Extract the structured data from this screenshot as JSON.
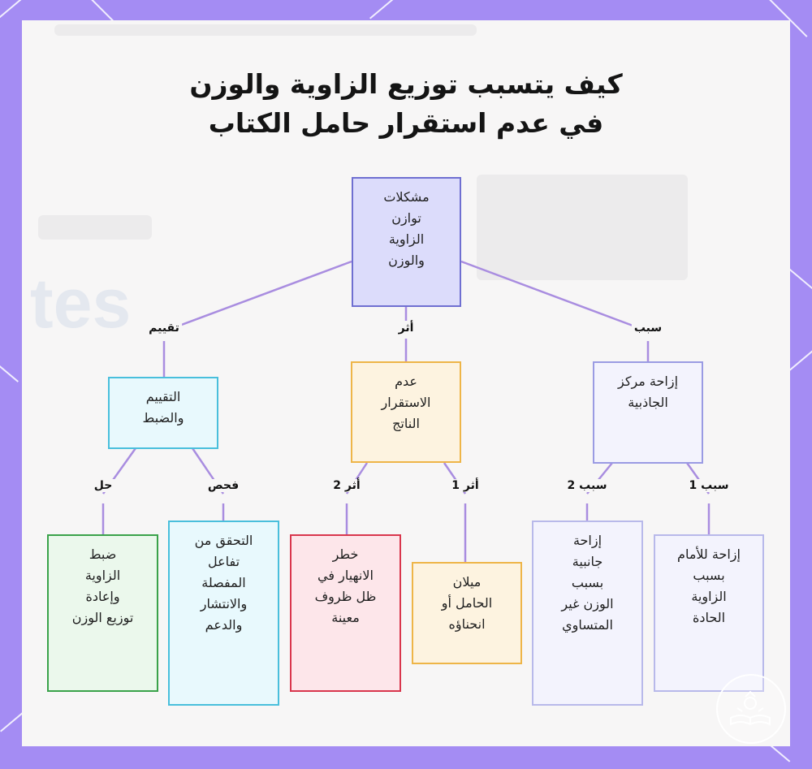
{
  "title": {
    "line1": "كيف يتسبب توزيع الزاوية والوزن",
    "line2": "في عدم استقرار حامل الكتاب"
  },
  "background_text": "tes",
  "nodes": {
    "root": "مشكلات\nتوازن\nالزاوية\nوالوزن",
    "evaluation": "التقييم\nوالضبط",
    "instability": "عدم\nالاستقرار\nالناتج",
    "gravity_shift": "إزاحة مركز\nالجاذبية",
    "adjust": "ضبط\nالزاوية\nوإعادة\nتوزيع الوزن",
    "check": "التحقق من\nتفاعل\nالمفصلة\nوالانتشار\nوالدعم",
    "collapse_risk": "خطر\nالانهيار في\nظل ظروف\nمعينة",
    "tilt": "ميلان\nالحامل أو\nانحناؤه",
    "lateral_shift": "إزاحة\nجانبية\nبسبب\nالوزن غير\nالمتساوي",
    "forward_shift": "إزاحة للأمام\nبسبب\nالزاوية\nالحادة"
  },
  "edge_labels": {
    "evaluation": "تقييم",
    "effect": "أثر",
    "cause": "سبب",
    "solution": "حل",
    "inspection": "فحص",
    "effect_2": "أثر 2",
    "effect_1": "أثر 1",
    "cause_2": "سبب 2",
    "cause_1": "سبب 1"
  },
  "colors": {
    "frame": "#a48cf3",
    "link": "#a98de0",
    "root_fill": "#dcdcfb",
    "root_border": "#6f6fd1",
    "eval_fill": "#e8f9fd",
    "eval_border": "#49bfdc",
    "instab_fill": "#fdf3e0",
    "instab_border": "#eeb548",
    "gravity_fill": "#f3f3fd",
    "gravity_border": "#9a9be3",
    "adjust_fill": "#ebf8ec",
    "adjust_border": "#3aa24a",
    "check_fill": "#e8f9fd",
    "check_border": "#49bfdc",
    "collapse_fill": "#fde6ea",
    "collapse_border": "#d9364d",
    "tilt_fill": "#fdf3e0",
    "tilt_border": "#eeb548",
    "lateral_fill": "#f3f3fd",
    "lateral_border": "#b8b9ea",
    "forward_fill": "#f3f3fd",
    "forward_border": "#b8b9ea"
  }
}
